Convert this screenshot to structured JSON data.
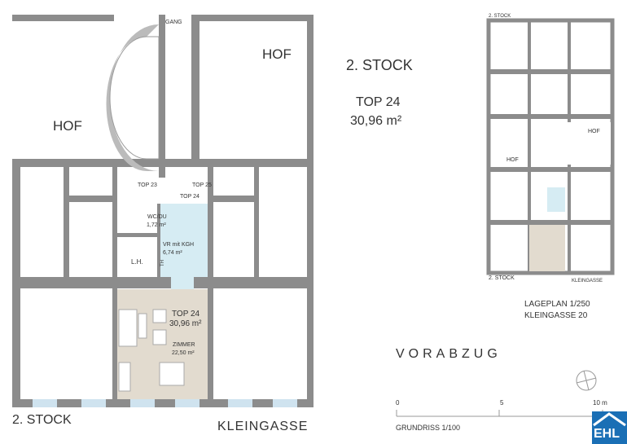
{
  "plan": {
    "gang": "GANG",
    "hof_left": "HOF",
    "hof_right": "HOF",
    "top23": "TOP 23",
    "top25": "TOP 25",
    "top24_door": "TOP 24",
    "wc": "WC/DU",
    "wc_area": "1,72 m²",
    "vr": "VR mit KGH",
    "vr_area": "6,74 m²",
    "lh": "L.H.",
    "th": "TH",
    "unit": "TOP 24",
    "unit_area": "30,96 m²",
    "room": "ZIMMER",
    "room_area": "22,50 m²",
    "floor": "2. STOCK",
    "street": "KLEINGASSE"
  },
  "header": {
    "floor": "2. STOCK",
    "unit": "TOP 24",
    "area": "30,96 m²"
  },
  "site": {
    "floor_top": "2. STOCK",
    "floor_bottom": "2. STOCK",
    "hof_left": "HOF",
    "hof_right": "HOF",
    "street": "KLEINGASSE",
    "scale": "LAGEPLAN 1/250",
    "address": "KLEINGASSE 20"
  },
  "stamp": "VORABZUG",
  "scalebar": {
    "ticks": [
      "0",
      "5",
      "10 m"
    ],
    "label": "GRUNDRISS 1/100"
  },
  "logo": "EHL",
  "colors": {
    "wall": "#8c8c8c",
    "unit": "#e2dbcf",
    "wet": "#d6ecf3",
    "logo": "#1a6fb5"
  }
}
